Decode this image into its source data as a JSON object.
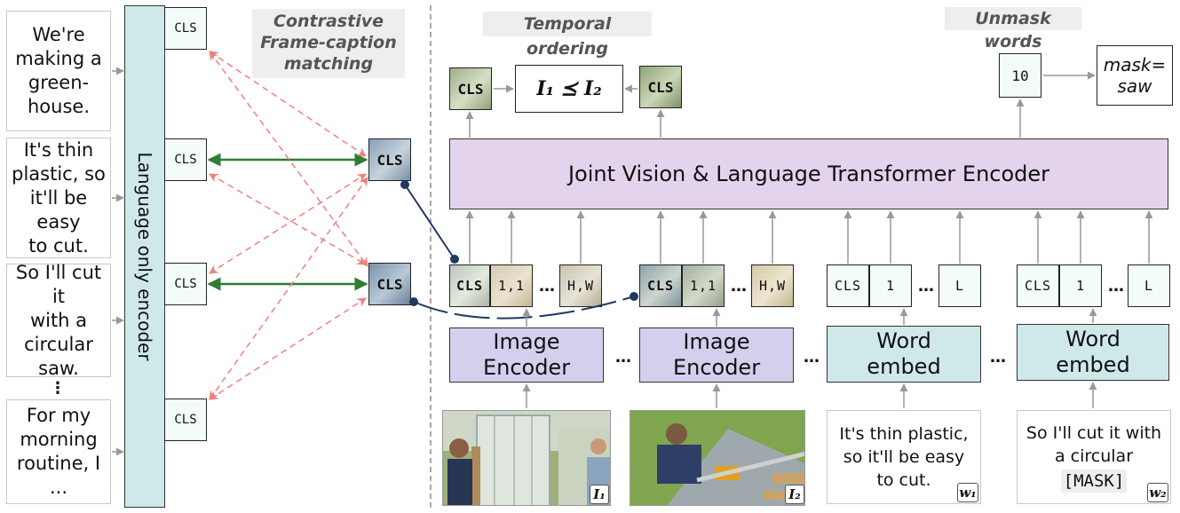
{
  "captions": [
    "We're\nmaking a\ngreen-\nhouse.",
    "It's thin\nplastic, so\nit'll be easy\nto cut.",
    "So I'll cut it\nwith a\ncircular\nsaw.",
    "For my\nmorning\nroutine, I ..."
  ],
  "vertical_ellipsis": "⋮",
  "language_encoder_label": "Language only encoder",
  "cls_label": "CLS",
  "frame_cls_label": "CLS",
  "titles": {
    "contrastive": "Contrastive\nFrame-caption\nmatching",
    "temporal": "Temporal ordering",
    "unmask": "Unmask words"
  },
  "temporal_formula": "I₁ ⪯ I₂",
  "joint_encoder_label": "Joint Vision & Language Transformer Encoder",
  "image_tokens": [
    "CLS",
    "1,1",
    "…",
    "H,W"
  ],
  "text_tokens": [
    "CLS",
    "1",
    "…",
    "L"
  ],
  "image_encoder_label": "Image\nEncoder",
  "word_embed_label": "Word\nembed",
  "bottom_captions": [
    "It's thin plastic,\nso it'll be easy\nto cut.",
    "So I'll cut it with\na circular"
  ],
  "mask_token": "[MASK]",
  "unmask_number": "10",
  "unmask_result": "mask=\nsaw",
  "badges": {
    "i1": "I₁",
    "i2": "I₂",
    "w1": "w₁",
    "w2": "w₂"
  },
  "ellipsis": "…",
  "colors": {
    "positive_arrow": "#2e7d32",
    "negative_arrow": "#f08080",
    "connector": "#1f3a5f"
  }
}
